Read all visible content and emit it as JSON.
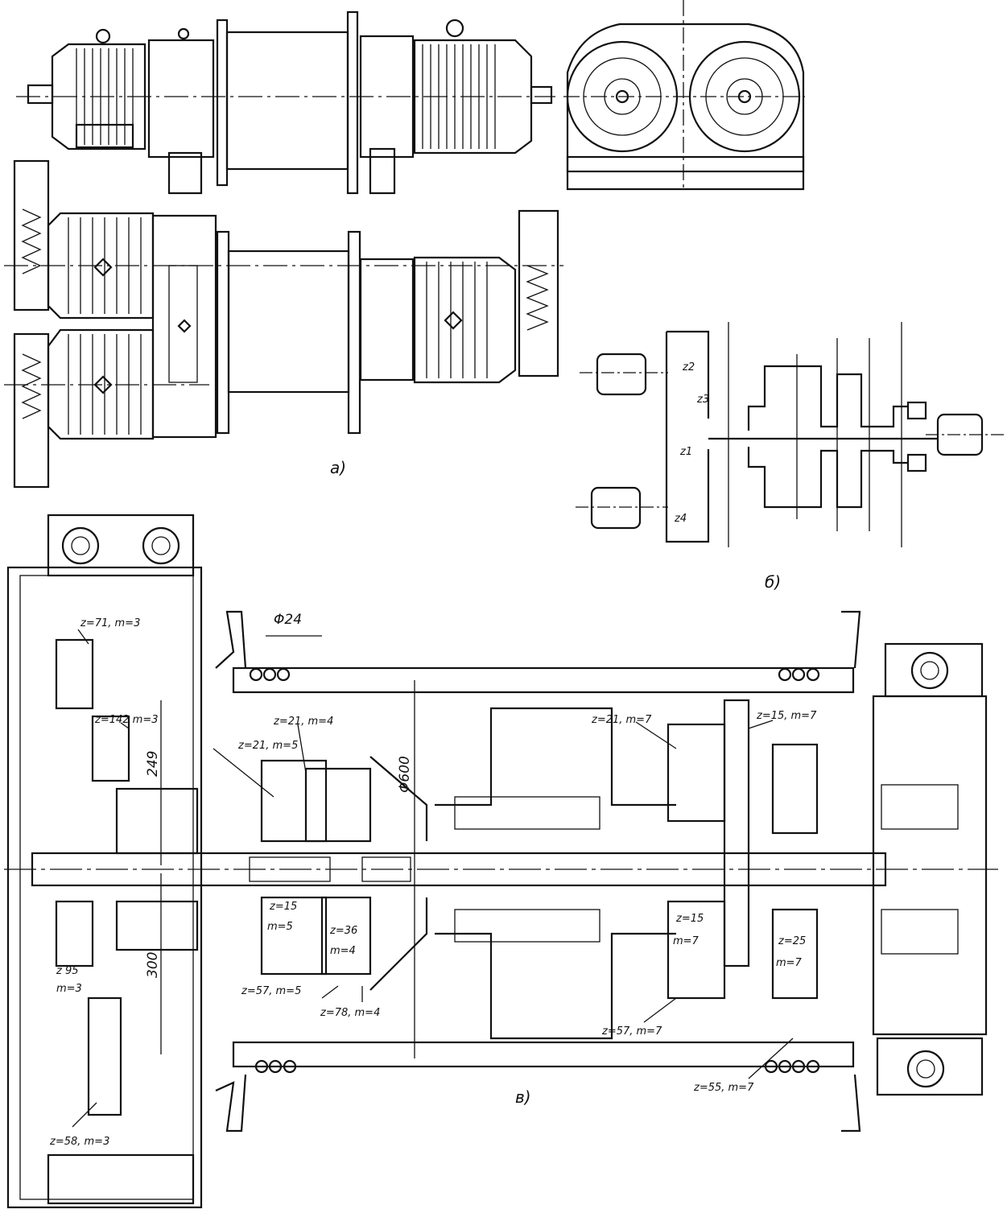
{
  "views": {
    "a": {
      "caption": "a)"
    },
    "b": {
      "caption": "б)",
      "gear_labels": [
        "z2",
        "z3",
        "z1",
        "z4"
      ]
    },
    "c": {
      "caption": "в)"
    }
  },
  "dimensions": {
    "rope_diameter": "Φ24",
    "drum_diameter": "Φ600",
    "dim_249": "249",
    "dim_300": "300"
  },
  "gear_callouts": [
    "z=71, m=3",
    "z=142 m=3",
    "z 95",
    "m=3",
    "z=58, m=3",
    "z=21, m=4",
    "z=21, m=5",
    "z=15",
    "m=5",
    "z=36",
    "m=4",
    "z=57, m=5",
    "z=78, m=4",
    "z=21, m=7",
    "z=15, m=7",
    "z=15",
    "m=7",
    "z=25",
    "m=7",
    "z=57, m=7",
    "z=55, m=7"
  ]
}
